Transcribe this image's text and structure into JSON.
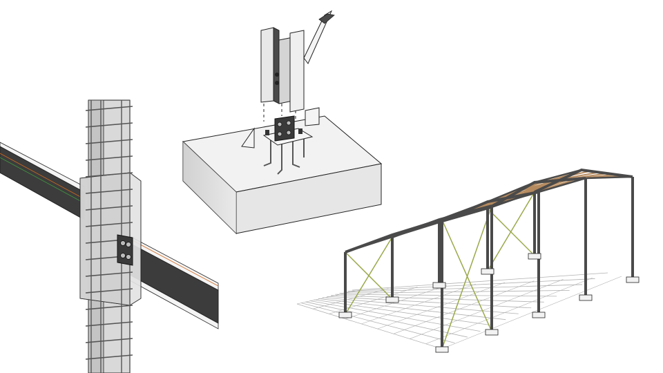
{
  "colors": {
    "background": "#ffffff",
    "steel": "#c9c9c9",
    "steel_dark": "#4a4a4a",
    "beam_dark": "#3c3c3c",
    "concrete": "#dedede",
    "concrete_top": "#f2f2f2",
    "outline": "#222222",
    "rebar": "#555555",
    "purlin": "#b58a5e",
    "bracing": "#9aa84a",
    "shadow": "#b0b0b0",
    "wire_red": "#d2691e",
    "wire_green": "#3f9a3f"
  },
  "panels": [
    {
      "name": "beam-column-connection"
    },
    {
      "name": "column-base-plate-footing"
    },
    {
      "name": "portal-frame-structure"
    }
  ]
}
